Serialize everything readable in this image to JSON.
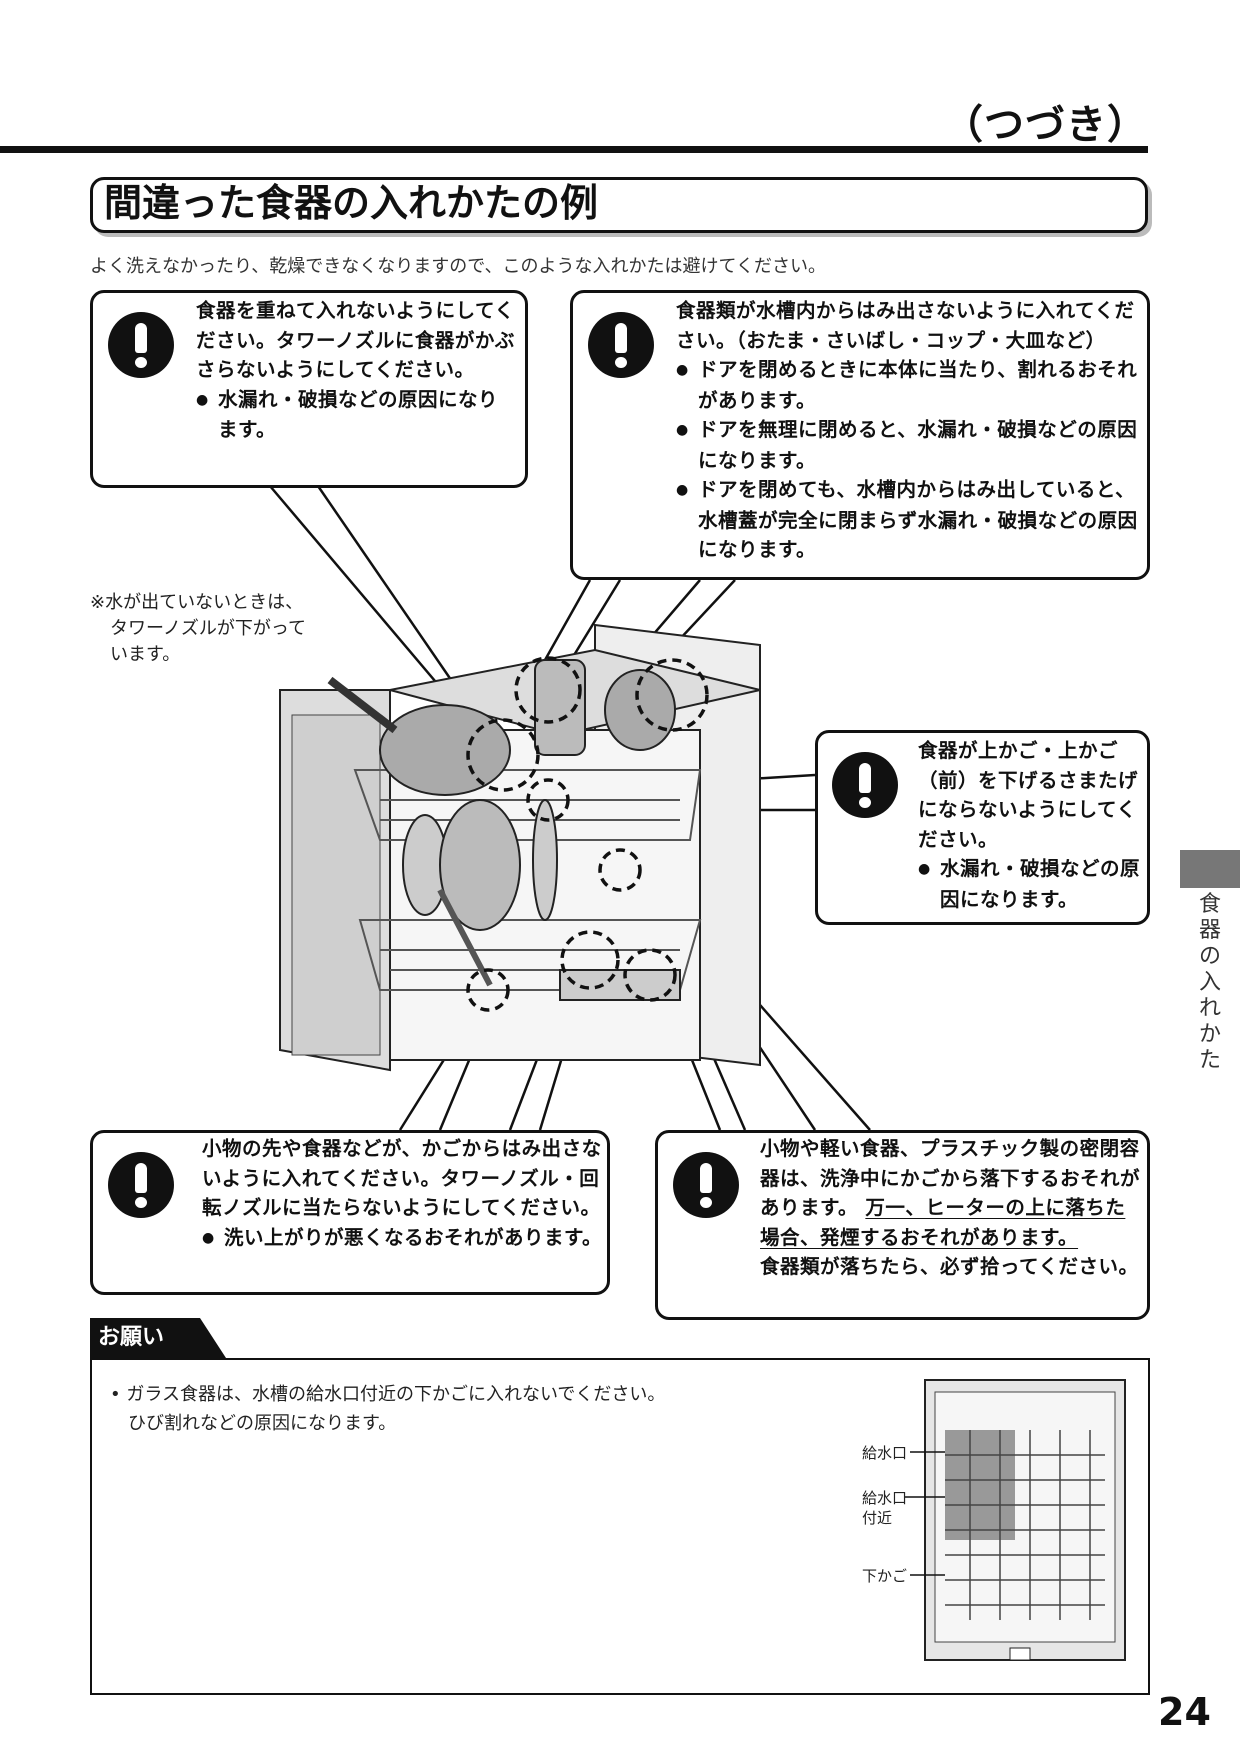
{
  "header": {
    "continued": "（つづき）"
  },
  "title": "間違った食器の入れかたの例",
  "subtitle": "よく洗えなかったり、乾燥できなくなりますので、このような入れかたは避けてください。",
  "note_lines": [
    "※水が出ていないときは、",
    "タワーノズルが下がって",
    "います。"
  ],
  "callouts": {
    "stacking": {
      "main": "食器を重ねて入れないようにしてください。タワーノズルに食器がかぶさらないようにしてください。",
      "bullets": [
        "水漏れ・破損などの原因になります。"
      ]
    },
    "protrude": {
      "main": "食器類が水槽内からはみ出さないように入れてください。（おたま・さいばし・コップ・大皿など）",
      "bullets": [
        "ドアを閉めるときに本体に当たり、割れるおそれがあります。",
        "ドアを無理に閉めると、水漏れ・破損などの原因になります。",
        "ドアを閉めても、水槽内からはみ出していると、水槽蓋が完全に閉まらず水漏れ・破損などの原因になります。"
      ]
    },
    "upper_basket": {
      "main": "食器が上かご・上かご（前）を下げるさまたげにならないようにしてください。",
      "bullets": [
        "水漏れ・破損などの原因になります。"
      ]
    },
    "small_items": {
      "main": "小物の先や食器などが、かごからはみ出さないように入れてください。タワーノズル・回転ノズルに当たらないようにしてください。",
      "bullets": [
        "洗い上がりが悪くなるおそれがあります。"
      ]
    },
    "light_items": {
      "main": "小物や軽い食器、プラスチック製の密閉容器は、洗浄中にかごから落下するおそれがあります。",
      "underline": "万一、ヒーターの上に落ちた場合、発煙するおそれがあります。",
      "last": "食器類が落ちたら、必ず拾ってください。"
    }
  },
  "side_tab": "食器の入れかた",
  "request": {
    "tag": "お願い",
    "line1": "• ガラス食器は、水槽の給水口付近の下かごに入れないでください。",
    "line2": "ひび割れなどの原因になります。",
    "labels": {
      "inlet": "給水口",
      "near1": "給水口",
      "near2": "付近",
      "lower_basket": "下かご"
    }
  },
  "page_number": "24"
}
